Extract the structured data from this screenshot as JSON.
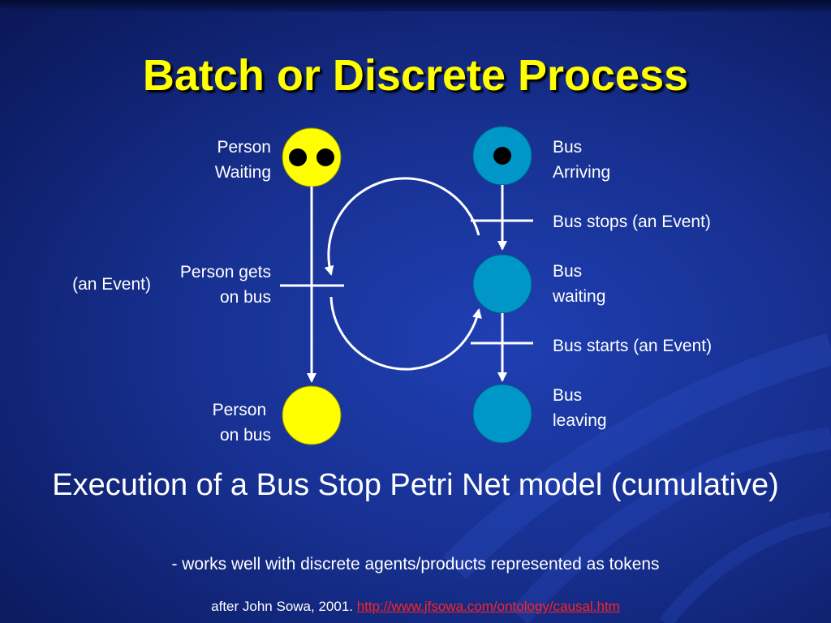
{
  "slide": {
    "title": "Batch or Discrete Process",
    "subtitle": "Execution of a Bus Stop Petri Net model (cumulative)",
    "note": "- works well with discrete agents/products represented as tokens",
    "credit_text": "after John Sowa, 2001.",
    "credit_link": "http://www.jfsowa.com/ontology/causal.htm"
  },
  "person_labels": {
    "waiting": "Person\nWaiting",
    "gets_on": "Person gets\non bus",
    "event": "(an Event)",
    "on_bus": "Person \non bus"
  },
  "bus_labels": {
    "arriving": "Bus\nArriving",
    "stops": "Bus stops (an Event)",
    "waiting": "Bus\nwaiting",
    "starts": "Bus starts (an Event)",
    "leaving": "Bus\nleaving"
  },
  "colors": {
    "person_place": "#ffff00",
    "bus_place": "#0096c8",
    "token": "#000000",
    "title": "#ffff00",
    "link": "#ff2222"
  },
  "tokens": {
    "person_waiting": 2,
    "bus_arriving": 1,
    "bus_waiting": 0,
    "bus_leaving": 0,
    "person_on_bus": 0
  }
}
